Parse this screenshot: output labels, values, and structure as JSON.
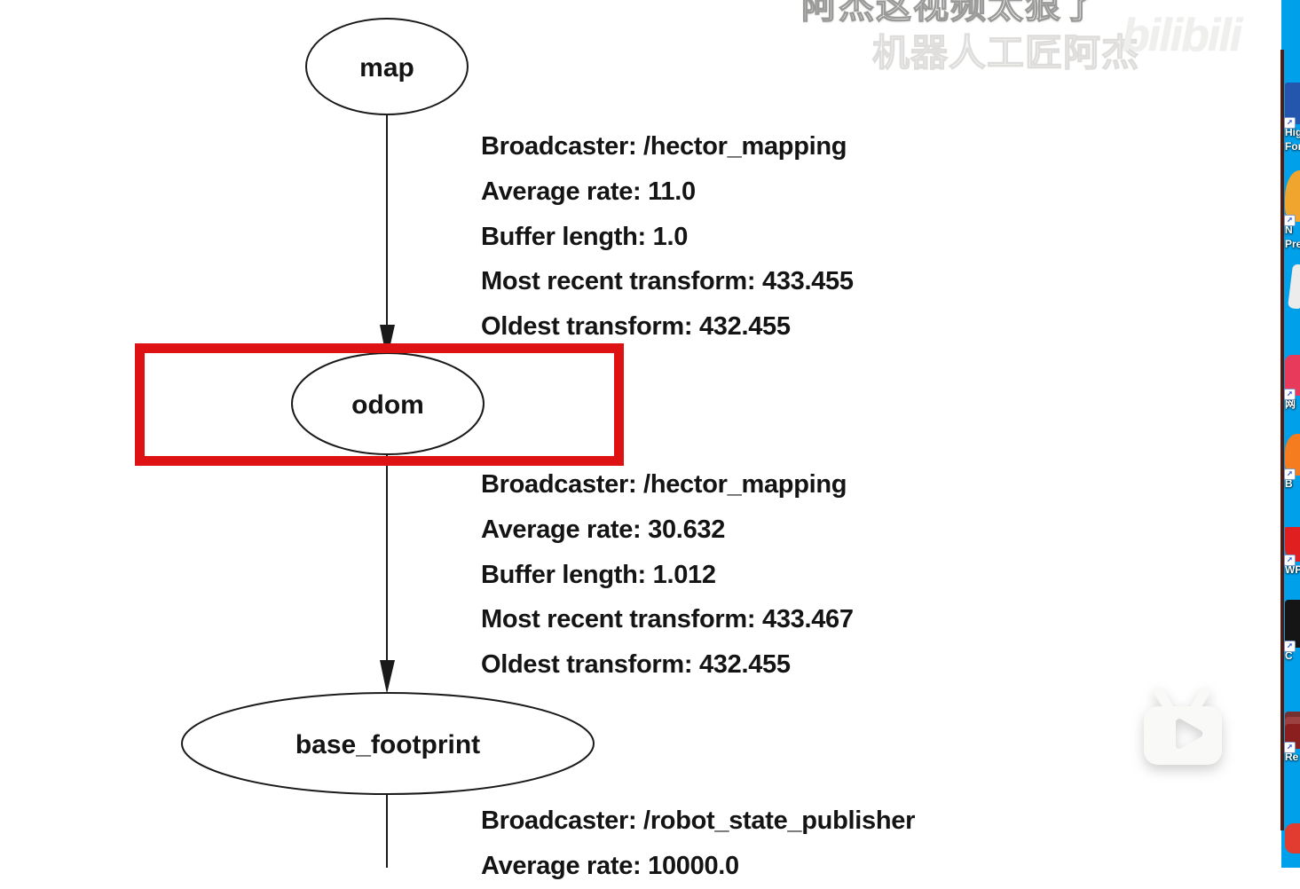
{
  "colors": {
    "highlight_red": "#de1212",
    "desktop_blue": "#00a0ea",
    "desktop_edge": "#521c12",
    "diagram_stroke": "#1a1a1a",
    "text_black": "#141414",
    "watermark_gray": "#efefed"
  },
  "watermark": {
    "top_line": "阿杰这视频太狠了",
    "channel": "机器人工匠阿杰",
    "bilibili_wordmark": "bilibili"
  },
  "diagram": {
    "nodes": [
      {
        "id": "map",
        "label": "map"
      },
      {
        "id": "odom",
        "label": "odom"
      },
      {
        "id": "base_footprint",
        "label": "base_footprint"
      }
    ],
    "edges": [
      {
        "from": "map",
        "to": "odom"
      },
      {
        "from": "odom",
        "to": "base_footprint"
      },
      {
        "from": "base_footprint",
        "to": ""
      }
    ],
    "highlighted_node": "odom"
  },
  "tf_info_blocks": [
    {
      "lines": [
        "Broadcaster: /hector_mapping",
        "Average rate: 11.0",
        "Buffer length: 1.0",
        "Most recent transform: 433.455",
        "Oldest transform: 432.455"
      ]
    },
    {
      "lines": [
        "Broadcaster: /hector_mapping",
        "Average rate: 30.632",
        "Buffer length: 1.012",
        "Most recent transform: 433.467",
        "Oldest transform: 432.455"
      ]
    },
    {
      "lines": [
        "Broadcaster: /robot_state_publisher",
        "Average rate: 10000.0"
      ]
    }
  ],
  "desktop": {
    "icons": [
      {
        "name": "blue-document-app",
        "color": "#2456ae",
        "label_lines": [
          "Hig",
          "For"
        ]
      },
      {
        "name": "orange-swirl-app",
        "color": "#f0a52e",
        "label_lines": [
          "N",
          "Pre"
        ]
      },
      {
        "name": "gray-partial-icon",
        "color": "#ececec",
        "label_lines": []
      },
      {
        "name": "red-net-app",
        "color": "#e83a5a",
        "label_lines": [
          "网"
        ]
      },
      {
        "name": "flame-browser-app",
        "color": "#f57c1f",
        "label_lines": [
          "B"
        ]
      },
      {
        "name": "wps-office-app",
        "color": "#e02020",
        "label_lines": [
          "WP"
        ]
      },
      {
        "name": "black-app",
        "color": "#151515",
        "label_lines": [
          "C"
        ]
      },
      {
        "name": "maroon-stack-app",
        "color": "#8b1f1f",
        "label_lines": [
          "Re"
        ]
      },
      {
        "name": "red-rounded-app",
        "color": "#e23b30",
        "label_lines": []
      }
    ]
  }
}
